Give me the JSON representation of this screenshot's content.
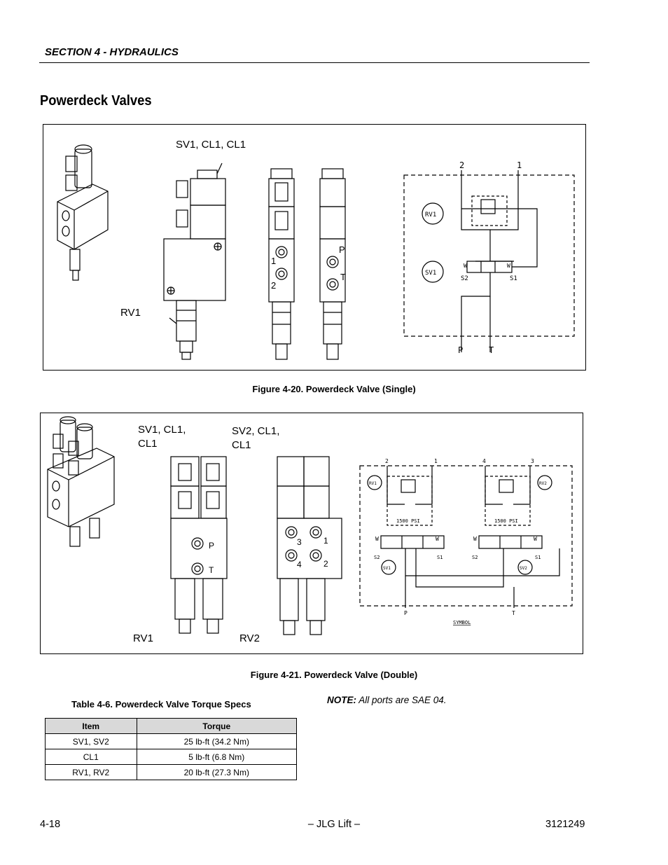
{
  "header": {
    "section": "SECTION 4 - HYDRAULICS"
  },
  "page_title": "Powerdeck Valves",
  "figure1": {
    "caption": "Figure 4-20.  Powerdeck Valve (Single)",
    "callout_top": "SV1, CL1, CL1",
    "callout_rv": "RV1",
    "port_1": "1",
    "port_2": "2",
    "port_p": "P",
    "port_t": "T",
    "sym_2": "2",
    "sym_1": "1",
    "sym_rv1": "RV1",
    "sym_sv1": "SV1",
    "sym_s2": "S2",
    "sym_s1": "S1",
    "sym_w": "W",
    "sym_p": "P",
    "sym_t": "T"
  },
  "figure2": {
    "caption": "Figure 4-21.  Powerdeck Valve (Double)",
    "callout_sv1_a": "SV1, CL1,",
    "callout_sv1_b": "CL1",
    "callout_sv2_a": "SV2, CL1,",
    "callout_sv2_b": "CL1",
    "callout_rv1": "RV1",
    "callout_rv2": "RV2",
    "port_p": "P",
    "port_t": "T",
    "port_1": "1",
    "port_2": "2",
    "port_3": "3",
    "port_4": "4",
    "sym_2": "2",
    "sym_1": "1",
    "sym_4": "4",
    "sym_3": "3",
    "sym_rv1": "RV1",
    "sym_rv2": "RV2",
    "sym_sv1": "SV1",
    "sym_sv2": "SV2",
    "sym_psi": "1500 PSI",
    "sym_s1": "S1",
    "sym_s2": "S2",
    "sym_w": "W",
    "sym_p": "P",
    "sym_t": "T",
    "sym_label": "SYMBOL"
  },
  "table": {
    "caption": "Table 4-6.   Powerdeck Valve Torque Specs",
    "headers": [
      "Item",
      "Torque"
    ],
    "rows": [
      [
        "SV1, SV2",
        "25 lb-ft (34.2 Nm)"
      ],
      [
        "CL1",
        "5 lb-ft (6.8 Nm)"
      ],
      [
        "RV1, RV2",
        "20 lb-ft (27.3 Nm)"
      ]
    ]
  },
  "note": {
    "label": "NOTE:",
    "text": "All ports are SAE 04."
  },
  "footer": {
    "page": "4-18",
    "center": "– JLG Lift –",
    "doc": "3121249"
  }
}
